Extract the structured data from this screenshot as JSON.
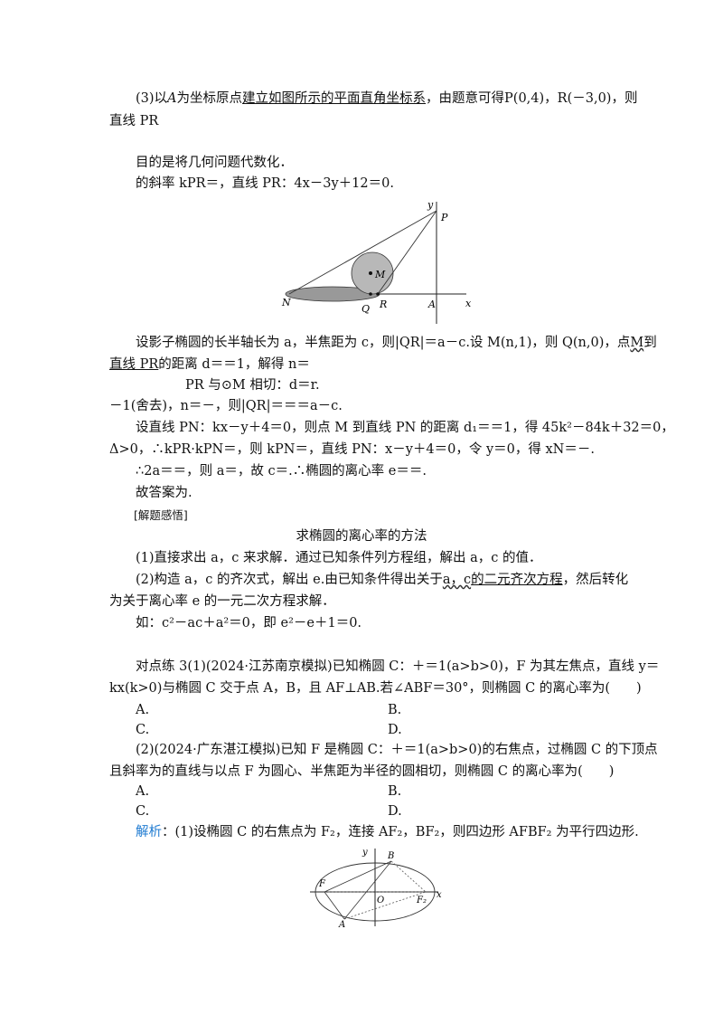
{
  "lines": {
    "l1_a": "(3)以",
    "l1_A": "A",
    "l1_b": "为坐标原点",
    "l1_c": "建立如图所示的平面直角坐标系",
    "l1_d": "，由题意可得",
    "l1_e": "P(0,4)，R(－3,0)，则",
    "l2": "直线 PR",
    "l3": "目的是将几何问题代数化．",
    "l4": "的斜率 kPR＝，直线 PR：4x－3y＋12＝0.",
    "l5_a": "设影子椭圆的长半轴长为 a，半焦距为 c，则|QR|＝a－c.设 M(n,1)，则 Q(n,0)，点",
    "l5_b": "M",
    "l5_c": "到",
    "l6_a": "直线 PR",
    "l6_b": "的距离",
    "l6_c": " d＝＝1，解得 n＝",
    "l7": "PR 与⊙M 相切：d＝r.",
    "l8": "－1(舍去)，n＝－，则|QR|＝＝＝a－c.",
    "l9": "设直线 PN：kx－y＋4＝0，则点 M 到直线 PN 的距离 d₁＝＝1，得 45k²－84k＋32＝0，",
    "l10": "Δ>0，∴kPR·kPN＝，则 kPN＝，直线 PN：x－y＋4＝0，令 y＝0，得 xN＝－.",
    "l11": "∴2a＝＝，则 a＝，故 c＝.∴椭圆的离心率 e＝＝.",
    "l12": "故答案为.",
    "l13": "[解题感悟]",
    "l14": "求椭圆的离心率的方法",
    "l15": "(1)直接求出 a，c 来求解．通过已知条件列方程组，解出 a，c 的值．",
    "l16_a": "(2)构造 a，c 的齐次式，解出 e.由已知条件得出关于",
    "l16_b": "a，c",
    "l16_c": "的二元齐次方程",
    "l16_d": "，然后转化",
    "l17": "为关于离心率 e 的一元二次方程求解．",
    "l18": "如：c²－ac＋a²＝0，即 e²－e＋1＝0.",
    "l19": "对点练 3(1)(2024·江苏南京模拟)已知椭圆 C：＋＝1(a>b>0)，F 为其左焦点，直线 y＝",
    "l20": "kx(k>0)与椭圆 C 交于点 A，B，且 AF⊥AB.若∠ABF＝30°，则椭圆 C 的离心率为(　　)",
    "l21_a": "A.",
    "l21_b": "B.",
    "l22_a": "C.",
    "l22_b": "D.",
    "l23": "(2)(2024·广东湛江模拟)已知 F 是椭圆 C：＋＝1(a>b>0)的右焦点，过椭圆 C 的下顶点",
    "l24": "且斜率为的直线与以点 F 为圆心、半焦距为半径的圆相切，则椭圆 C 的离心率为(　　)",
    "l25_a": "A.",
    "l25_b": "B.",
    "l26_a": "C.",
    "l26_b": "D.",
    "l27_a": "解析",
    "l27_b": "：(1)设椭圆 C 的右焦点为 F₂，连接 AF₂，BF₂，则四边形 AFBF₂ 为平行四边形."
  },
  "fig1": {
    "y": "y",
    "P": "P",
    "M": "M",
    "N": "N",
    "Q": "Q",
    "R": "R",
    "A": "A",
    "x": "x"
  },
  "fig2": {
    "y": "y",
    "B": "B",
    "F": "F",
    "O": "O",
    "F2": "F₂",
    "x": "x",
    "A": "A"
  }
}
